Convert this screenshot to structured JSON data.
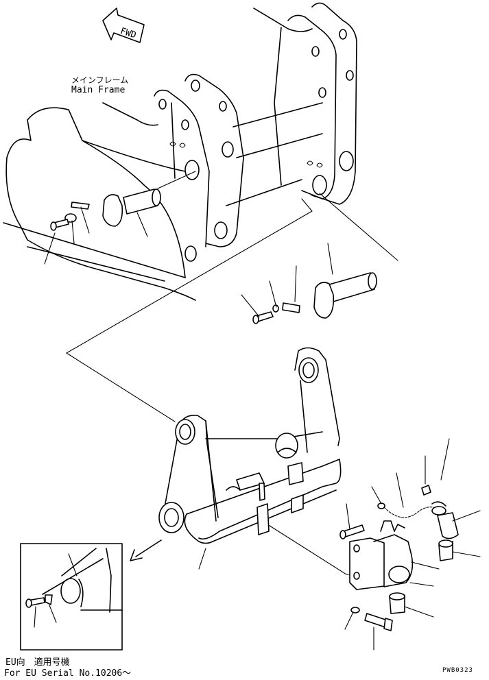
{
  "labels": {
    "fwd": "FWD",
    "main_frame_jp": "メインフレーム",
    "main_frame_en": "Main Frame",
    "eu_jp": "EU向　適用号機",
    "eu_en": "For EU  Serial No.10206～",
    "drawing_code": "PWB0323"
  },
  "colors": {
    "line": "#000000",
    "background": "#ffffff"
  }
}
